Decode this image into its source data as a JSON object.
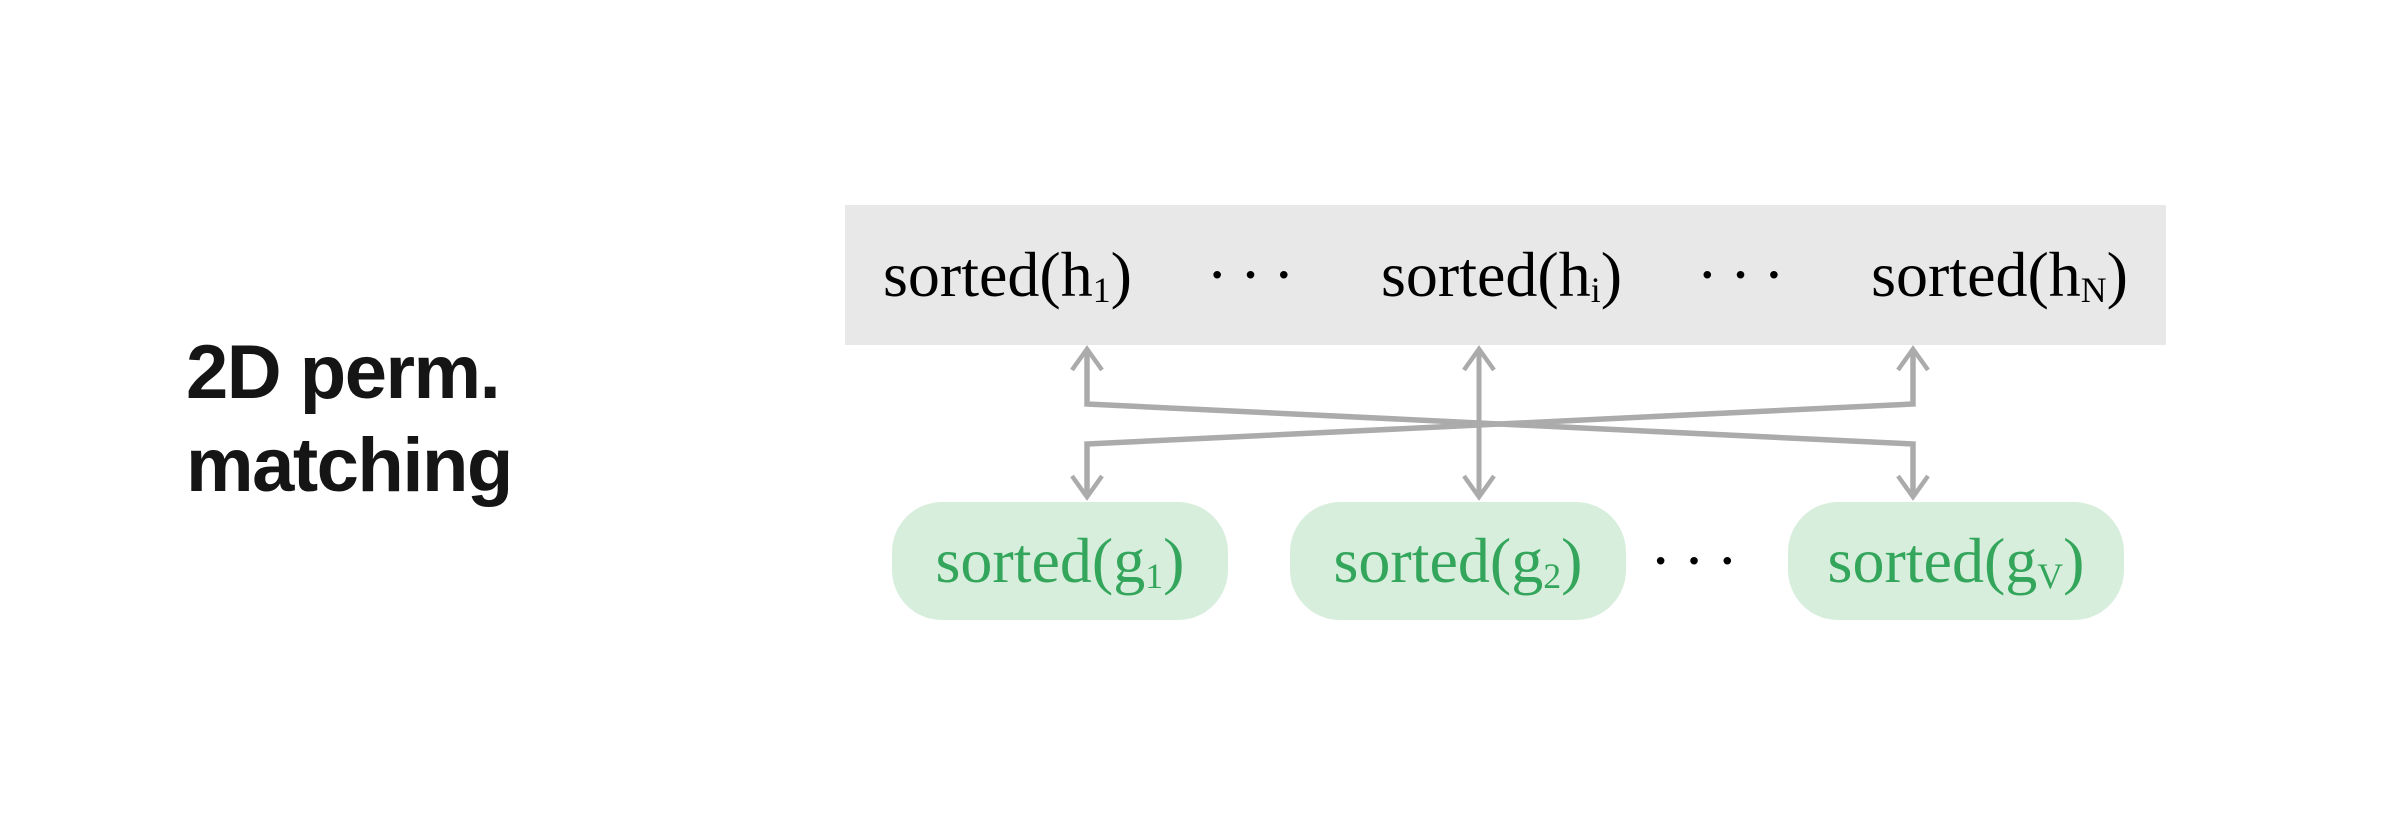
{
  "figure": {
    "label": {
      "text": "2D perm.\nmatching",
      "color": "#151515"
    },
    "top_row": {
      "fill": "#e8e8e8",
      "text_color": "#000000",
      "items": {
        "h1": {
          "base": "sorted(h",
          "sub": "1",
          "close": ")"
        },
        "dots1": "···",
        "hi": {
          "base": "sorted(h",
          "sub": "i",
          "close": ")"
        },
        "dots2": "···",
        "hN": {
          "base": "sorted(h",
          "sub": "N",
          "close": ")"
        }
      }
    },
    "bottom_row": {
      "box_fill": "#d8eedd",
      "text_color": "#34a65c",
      "g1": {
        "base": "sorted(g",
        "sub": "1",
        "close": ")"
      },
      "g2": {
        "base": "sorted(g",
        "sub": "2",
        "close": ")"
      },
      "dots": "···",
      "gV": {
        "base": "sorted(g",
        "sub": "V",
        "close": ")"
      }
    },
    "connections": {
      "arrow_color": "#ababab",
      "list": [
        {
          "from": "sorted(h_1)",
          "to": "sorted(g_V)",
          "bidirectional": true,
          "shape": "crossed"
        },
        {
          "from": "sorted(h_i)",
          "to": "sorted(g_2)",
          "bidirectional": true,
          "shape": "straight"
        },
        {
          "from": "sorted(h_N)",
          "to": "sorted(g_1)",
          "bidirectional": true,
          "shape": "crossed"
        }
      ]
    }
  }
}
